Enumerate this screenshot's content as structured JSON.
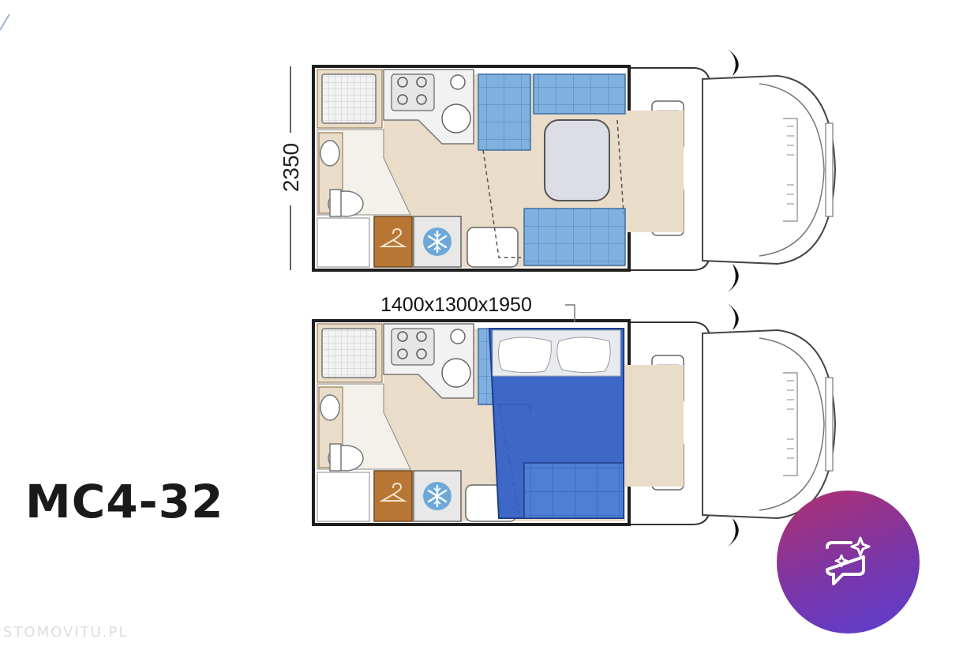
{
  "model": {
    "name": "MC4-32"
  },
  "dimensions": {
    "width": "2350",
    "bed_size": "1400x1300x1950"
  },
  "watermark": "STOMOVITU.PL",
  "colors": {
    "floor": "#e9dcc9",
    "upholstery": "#7fb0e0",
    "bed": "#3d68c8",
    "wardrobe": "#b87635",
    "fridge": "#6da8d8",
    "wall": "#1f1f1f",
    "ai_button_from": "#b0306f",
    "ai_button_to": "#5b3fd1"
  },
  "icons": {
    "fridge": "snowflake-icon",
    "wardrobe": "hanger-icon",
    "assistant": "chat-sparkle-icon"
  },
  "layouts": [
    {
      "name": "day-layout",
      "configuration": "dinette"
    },
    {
      "name": "night-layout",
      "configuration": "bed"
    }
  ]
}
